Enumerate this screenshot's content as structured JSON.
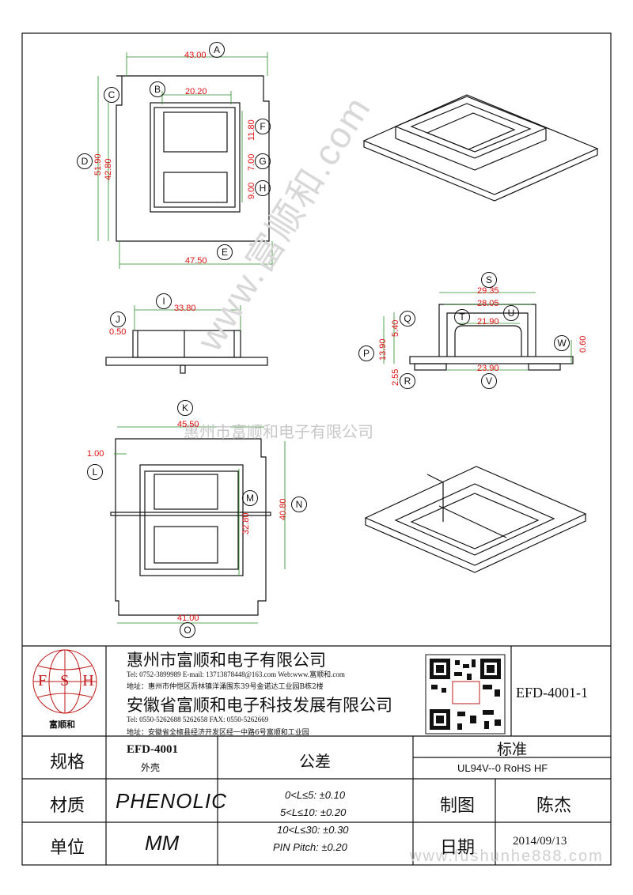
{
  "drawing": {
    "dimensions": {
      "A": "43.00",
      "B": "20.20",
      "D": "51.90",
      "C": "42.80",
      "F": "11.80",
      "G": "7.00",
      "H": "9.00",
      "E": "47.50",
      "I": "33.80",
      "J": "0.50",
      "S": "29.35",
      "S2": "28.05",
      "U": "21.90",
      "Q": "5.40",
      "P": "13.90",
      "R": "2.55",
      "V": "23.90",
      "W": "0.60",
      "K": "45.50",
      "L": "1.00",
      "M": "32.80",
      "N": "40.80",
      "O": "41.00"
    },
    "labels": {
      "A": "A",
      "B": "B",
      "C": "C",
      "D": "D",
      "E": "E",
      "F": "F",
      "G": "G",
      "H": "H",
      "I": "I",
      "J": "J",
      "K": "K",
      "L": "L",
      "M": "M",
      "N": "N",
      "O": "O",
      "P": "P",
      "Q": "Q",
      "R": "R",
      "S": "S",
      "T": "T",
      "U": "U",
      "V": "V",
      "W": "W"
    },
    "watermark_center": "惠州市富顺和电子有限公司",
    "watermark_diagonal": "www.富顺和.com",
    "watermark_bottom": "www.fushunhe888.com"
  },
  "titleblock": {
    "logo_letters": "F S H",
    "logo_name": "富顺和",
    "company1": "惠州市富顺和电子有限公司",
    "tel1": "Tel:  0752-3899989   E-mail: 13713878448@163.com   Web:www.富顺和.com",
    "addr1": "地址：惠州市仲恺区沥林镇洋涌围东39号金诺达工业园B栋2楼",
    "company2": "安徽省富顺和电子科技发展有限公司",
    "tel2": "Tel:  0550-5262688  5262658        FAX: 0550-5262669",
    "addr2": "地址：安徽省全椒县经济开发区经一中路6号富顺和工业园",
    "drawing_no": "EFD-4001-1",
    "spec_label": "规格",
    "spec_value": "EFD-4001",
    "spec_sub": "外壳",
    "material_label": "材质",
    "material_value": "PHENOLIC",
    "unit_label": "单位",
    "unit_value": "MM",
    "tolerance_label": "公差",
    "tol1": "0<L≤5: ±0.10",
    "tol2": "5<L≤10: ±0.20",
    "tol3": "10<L≤30: ±0.30",
    "tol4": "PIN Pitch: ±0.20",
    "standard_label": "标准",
    "standard_value": "UL94V--0  RoHS HF",
    "drawn_label": "制图",
    "drawn_value": "陈杰",
    "date_label": "日期",
    "date_value": "2014/09/13"
  }
}
